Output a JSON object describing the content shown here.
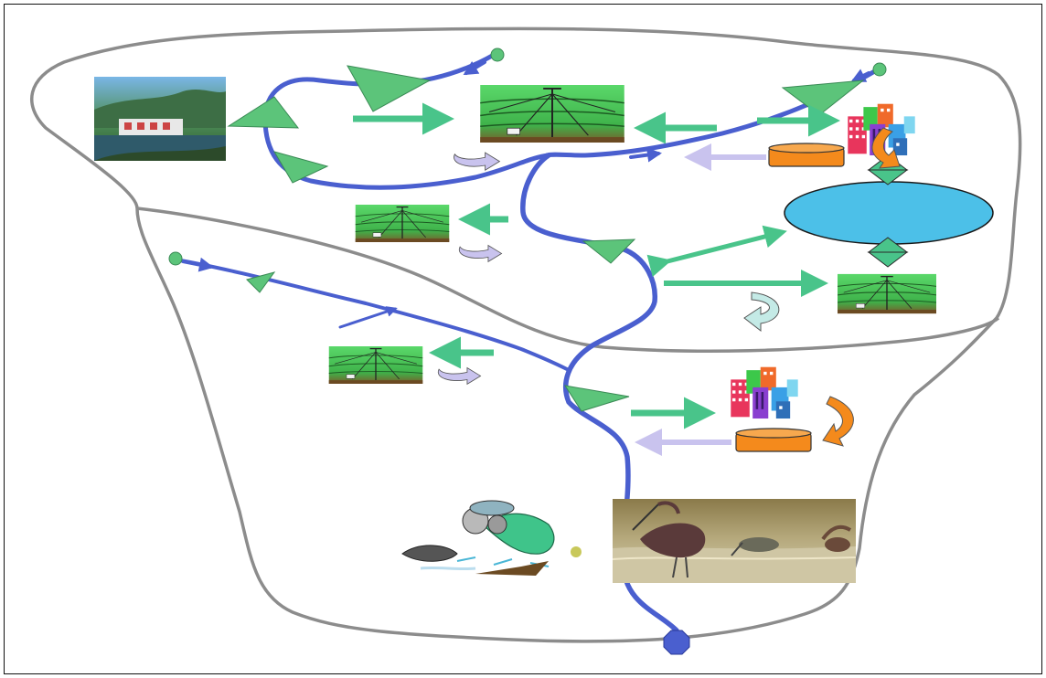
{
  "diagram": {
    "colors": {
      "river": "#4a5fcf",
      "boundary": "#8c8c8c",
      "flow_arrow": "#49c48a",
      "return_arrow": "#c9c3ee",
      "reservoir": "#4cc0e8",
      "storage_tank": "#f48a1c",
      "node": "#5cc47a",
      "outlet": "#4a5fcf"
    },
    "icons": [
      "dam-photo",
      "irrigation-field-icon",
      "city-buildings-icon",
      "storage-tank-icon",
      "reservoir-ellipse",
      "polluted-fish-icon",
      "wetland-birds-photo",
      "return-flow-icon"
    ]
  }
}
